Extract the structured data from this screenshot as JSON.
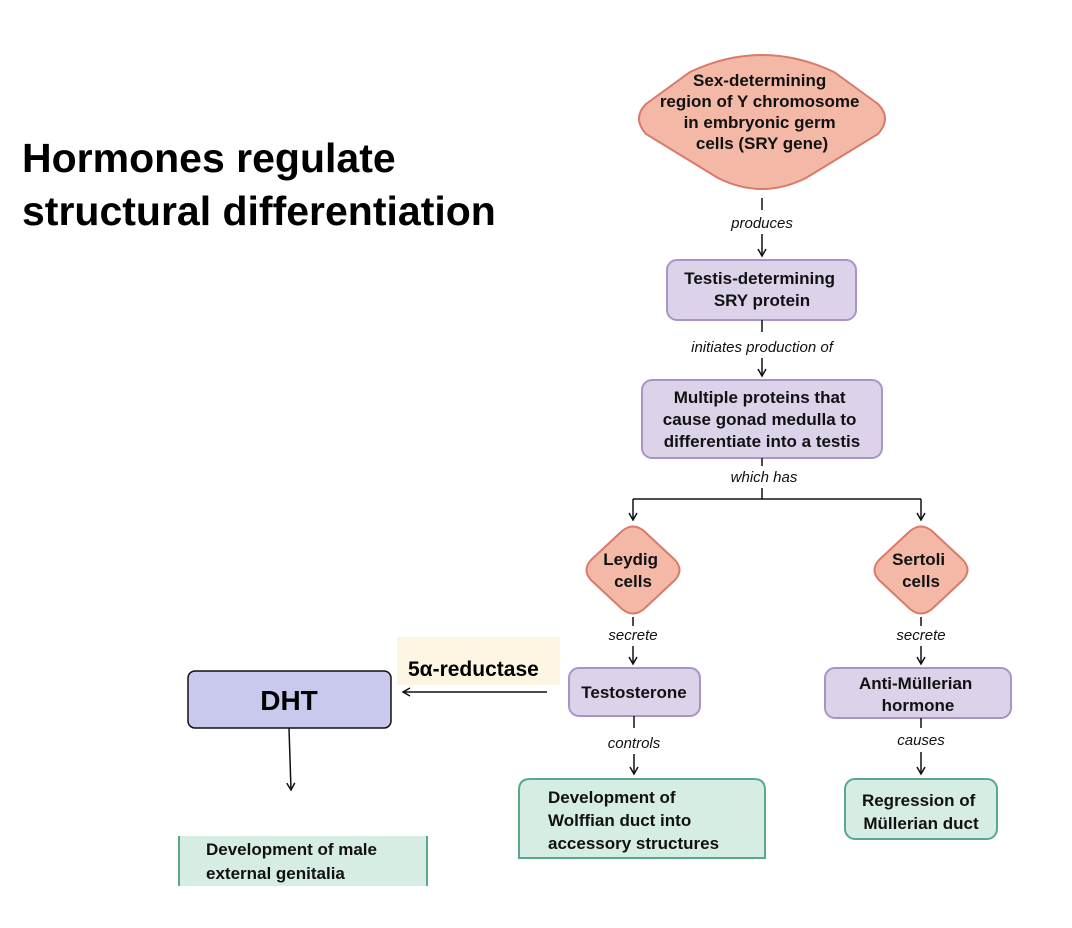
{
  "title": "Hormones regulate structural differentiation",
  "nodes": {
    "sry_region": [
      "Sex-determining",
      "region of Y chromosome",
      "in embryonic germ",
      "cells (SRY gene)"
    ],
    "sry_protein": [
      "Testis-determining",
      "SRY protein"
    ],
    "multiple_proteins": [
      "Multiple proteins that",
      "cause gonad medulla to",
      "differentiate into a testis"
    ],
    "leydig": [
      "Leydig",
      "cells"
    ],
    "sertoli": [
      "Sertoli",
      "cells"
    ],
    "testosterone": "Testosterone",
    "amh": [
      "Anti-Müllerian",
      "hormone"
    ],
    "wolffian": [
      "Development of",
      "Wolffian duct into",
      "accessory structures"
    ],
    "mullerian": [
      "Regression of",
      "Müllerian duct"
    ],
    "dht": "DHT",
    "enzyme": "5α-reductase",
    "genitalia": [
      "Development of male",
      "external genitalia"
    ]
  },
  "connectors": {
    "produces": "produces",
    "initiates": "initiates production of",
    "which_has": "which has",
    "secrete_leydig": "secrete",
    "secrete_sertoli": "secrete",
    "controls": "controls",
    "causes": "causes"
  },
  "colors": {
    "diamond_fill": "#f4b8a7",
    "diamond_stroke": "#d97a6a",
    "box_fill": "#dcd3ea",
    "box_stroke": "#a895c5",
    "outcome_fill": "#d6ede3",
    "outcome_stroke": "#5aa88a",
    "dht_fill": "#c9c9ee",
    "enzyme_fill": "#fbf5e2"
  }
}
